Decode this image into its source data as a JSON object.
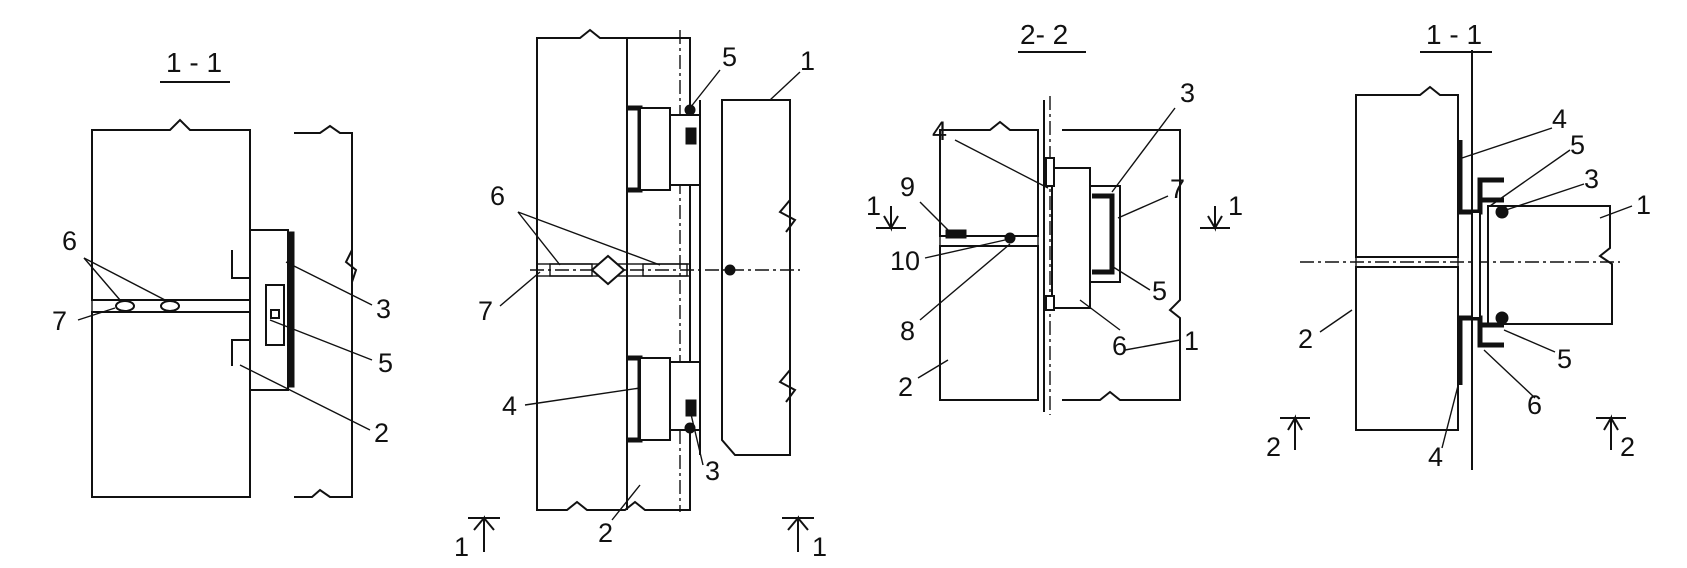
{
  "figure_1": {
    "title": "1 - 1",
    "labels": [
      "6",
      "7",
      "3",
      "5",
      "2"
    ]
  },
  "figure_2": {
    "labels": [
      "5",
      "1",
      "6",
      "7",
      "4",
      "3",
      "2"
    ],
    "cut_marks": [
      "1",
      "1"
    ]
  },
  "figure_3": {
    "title": "2- 2",
    "labels": [
      "3",
      "4",
      "9",
      "7",
      "10",
      "5",
      "8",
      "6",
      "1",
      "2"
    ],
    "cut_marks": [
      "1",
      "1"
    ]
  },
  "figure_4": {
    "title": "1 - 1",
    "labels": [
      "4",
      "5",
      "3",
      "1",
      "2",
      "5",
      "6",
      "4"
    ],
    "cut_marks": [
      "2",
      "2"
    ]
  }
}
